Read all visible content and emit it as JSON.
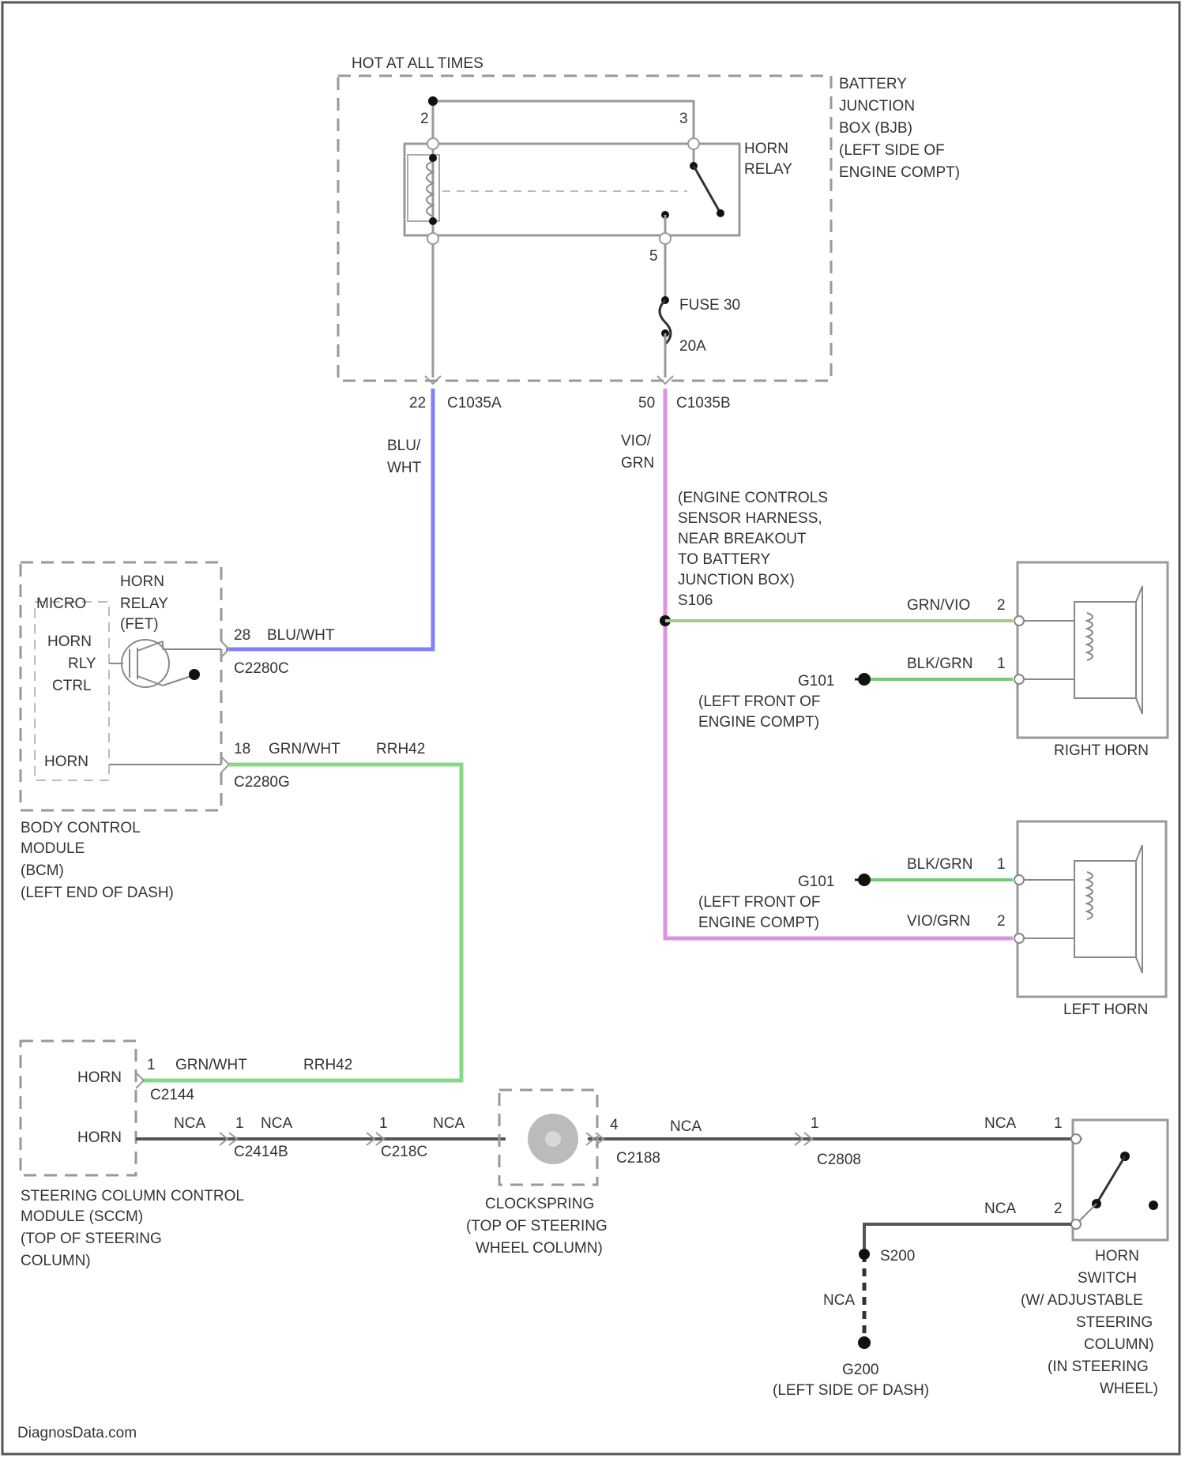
{
  "texts": {
    "hot_at_all_times": "HOT AT ALL TIMES",
    "bjb_1": "BATTERY",
    "bjb_2": "JUNCTION",
    "bjb_3": "BOX (BJB)",
    "bjb_4": "(LEFT SIDE OF",
    "bjb_5": "ENGINE COMPT)",
    "horn_relay_1": "HORN",
    "horn_relay_2": "RELAY",
    "pin_2": "2",
    "pin_3": "3",
    "pin_4": "4",
    "pin_5": "5",
    "fuse_name": "FUSE 30",
    "fuse_rating": "20A",
    "c1035a_pin": "22",
    "c1035a_name": "C1035A",
    "c1035b_pin": "50",
    "c1035b_name": "C1035B",
    "wire_blu_1": "BLU/",
    "wire_blu_2": "WHT",
    "wire_vio_1": "VIO/",
    "wire_vio_2": "GRN",
    "splice_1": "(ENGINE CONTROLS",
    "splice_2": "SENSOR HARNESS,",
    "splice_3": "NEAR BREAKOUT",
    "splice_4": "TO BATTERY",
    "splice_5": "JUNCTION BOX)",
    "splice_6": "S106",
    "micro": "MICRO",
    "bcm_relay_1": "HORN",
    "bcm_relay_2": "RELAY",
    "bcm_relay_3": "(FET)",
    "horn_rly_ctrl_1": "HORN",
    "horn_rly_ctrl_2": "RLY",
    "horn_rly_ctrl_3": "CTRL",
    "horn_input": "HORN",
    "c2280c_pin": "28",
    "c2280c_wire": "BLU/WHT",
    "c2280c_name": "C2280C",
    "c2280g_pin": "18",
    "c2280g_wire": "GRN/WHT",
    "c2280g_code": "RRH42",
    "c2280g_name": "C2280G",
    "bcm_1": "BODY CONTROL",
    "bcm_2": "MODULE",
    "bcm_3": "(BCM)",
    "bcm_4": "(LEFT END OF DASH)",
    "rh_wire_top": "GRN/VIO",
    "rh_pin_top": "2",
    "rh_wire_bot": "BLK/GRN",
    "rh_pin_bot": "1",
    "g101_1": "G101",
    "g101_loc_1": "(LEFT FRONT OF",
    "g101_loc_2": "ENGINE COMPT)",
    "right_horn": "RIGHT HORN",
    "lh_wire_top": "BLK/GRN",
    "lh_pin_top": "1",
    "lh_wire_bot": "VIO/GRN",
    "lh_pin_bot": "2",
    "g101_2": "G101",
    "g101b_loc_1": "(LEFT FRONT OF",
    "g101b_loc_2": "ENGINE COMPT)",
    "left_horn": "LEFT HORN",
    "sccm_horn_1": "HORN",
    "sccm_horn_2": "HORN",
    "c2144_pin": "1",
    "c2144_wire": "GRN/WHT",
    "c2144_code": "RRH42",
    "c2144_name": "C2144",
    "nca_1": "NCA",
    "c2414b_pin": "1",
    "nca_2": "NCA",
    "c2414b_name": "C2414B",
    "c218c_pin": "1",
    "nca_3": "NCA",
    "c218c_name": "C218C",
    "c2188_pin": "4",
    "nca_4": "NCA",
    "c2188_name": "C2188",
    "c2808_pin": "1",
    "c2808_name": "C2808",
    "nca_5": "NCA",
    "sw_pin_1": "1",
    "nca_6": "NCA",
    "sw_pin_2": "2",
    "sccm_1": "STEERING COLUMN CONTROL",
    "sccm_2": "MODULE (SCCM)",
    "sccm_3": "(TOP OF STEERING",
    "sccm_4": "COLUMN)",
    "clock_1": "CLOCKSPRING",
    "clock_2": "(TOP OF STEERING",
    "clock_3": "WHEEL COLUMN)",
    "s200": "S200",
    "nca_7": "NCA",
    "g200": "G200",
    "g200_loc": "(LEFT SIDE OF DASH)",
    "sw_1": "HORN",
    "sw_2": "SWITCH",
    "sw_3": "(W/ ADJUSTABLE",
    "sw_4": "STEERING",
    "sw_5": "COLUMN)",
    "sw_6": "(IN STEERING",
    "sw_7": "WHEEL)",
    "watermark": "DiagnosData.com"
  },
  "colors": {
    "blu_wht": "#8080ff",
    "vio_grn": "#e090e0",
    "grn_wht": "#88d888",
    "blk_grn": "#78c878",
    "grn_vio": "#a8c890",
    "nca": "#555555",
    "gray": "#9a9a9a"
  },
  "icons": [
    "relay-coil-icon",
    "relay-switch-icon",
    "fuse-icon",
    "fet-transistor-icon",
    "horn-speaker-icon",
    "clockspring-icon",
    "horn-switch-icon",
    "ground-icon",
    "splice-dot-icon"
  ]
}
